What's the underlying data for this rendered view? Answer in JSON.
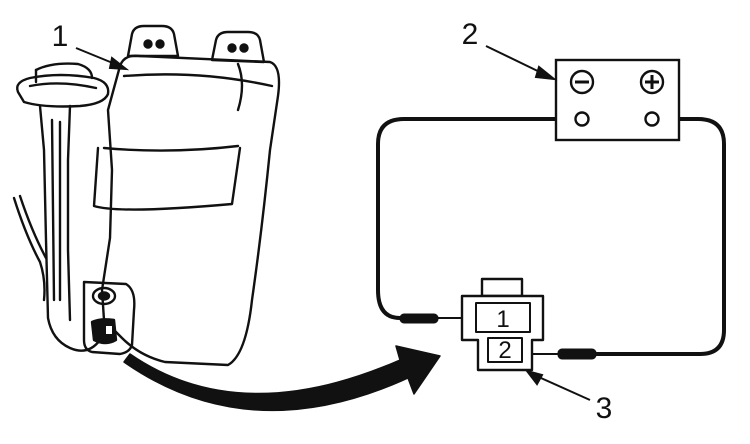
{
  "callouts": {
    "reservoir": "1",
    "battery": "2",
    "connector": "3"
  },
  "battery": {
    "negative_symbol": "⊖",
    "positive_symbol": "⊕"
  },
  "connector": {
    "pin_top": "1",
    "pin_bottom": "2"
  }
}
